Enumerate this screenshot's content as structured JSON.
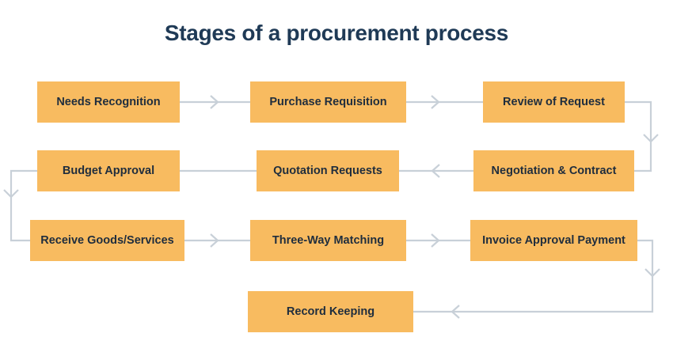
{
  "title": "Stages of a procurement process",
  "theme": {
    "background": "#ffffff",
    "title_color": "#1f3a56",
    "node_fill": "#f8bb60",
    "node_text": "#1f2d3d",
    "connector_color": "#c8d0d8"
  },
  "diagram": {
    "type": "flowchart",
    "layout": "serpentine-3-columns",
    "nodes": [
      {
        "id": "needs-recognition",
        "label": "Needs Recognition",
        "row": 1,
        "col": 1
      },
      {
        "id": "purchase-requisition",
        "label": "Purchase Requisition",
        "row": 1,
        "col": 2
      },
      {
        "id": "review-of-request",
        "label": "Review of Request",
        "row": 1,
        "col": 3
      },
      {
        "id": "negotiation-contract",
        "label": "Negotiation & Contract",
        "row": 2,
        "col": 3
      },
      {
        "id": "quotation-requests",
        "label": "Quotation Requests",
        "row": 2,
        "col": 2
      },
      {
        "id": "budget-approval",
        "label": "Budget Approval",
        "row": 2,
        "col": 1
      },
      {
        "id": "receive-goods-services",
        "label": "Receive Goods/Services",
        "row": 3,
        "col": 1
      },
      {
        "id": "three-way-matching",
        "label": "Three-Way Matching",
        "row": 3,
        "col": 2
      },
      {
        "id": "invoice-approval",
        "label": "Invoice Approval Payment",
        "row": 3,
        "col": 3
      },
      {
        "id": "record-keeping",
        "label": "Record Keeping",
        "row": 4,
        "col": 2
      }
    ],
    "edges": [
      {
        "from": "needs-recognition",
        "to": "purchase-requisition",
        "direction": "right"
      },
      {
        "from": "purchase-requisition",
        "to": "review-of-request",
        "direction": "right"
      },
      {
        "from": "review-of-request",
        "to": "negotiation-contract",
        "direction": "down-wrap-right"
      },
      {
        "from": "negotiation-contract",
        "to": "quotation-requests",
        "direction": "left"
      },
      {
        "from": "quotation-requests",
        "to": "budget-approval",
        "direction": "left"
      },
      {
        "from": "budget-approval",
        "to": "receive-goods-services",
        "direction": "down-wrap-left"
      },
      {
        "from": "receive-goods-services",
        "to": "three-way-matching",
        "direction": "right"
      },
      {
        "from": "three-way-matching",
        "to": "invoice-approval",
        "direction": "right"
      },
      {
        "from": "invoice-approval",
        "to": "record-keeping",
        "direction": "down-wrap-right"
      }
    ]
  }
}
